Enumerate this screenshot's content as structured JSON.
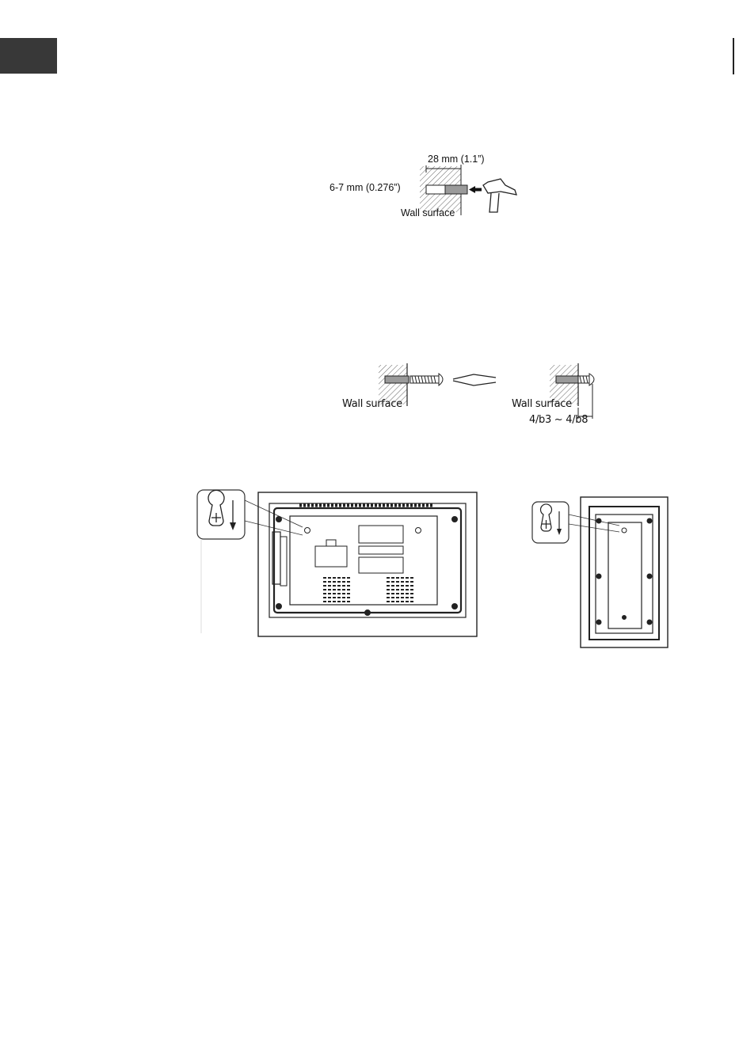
{
  "figure1": {
    "depth_label": "28 mm (1.1”)",
    "diameter_label": "6-7 mm (0.276”)",
    "wall_label": "Wall surface"
  },
  "figure2": {
    "left_wall_label": "Wall surface",
    "right_wall_label": "Wall surface",
    "gap_label": "4/b3 ~ 4/b8"
  },
  "icons": {
    "hammer": "hammer-icon",
    "screwdriver": "screwdriver-icon",
    "keyhole": "keyhole-icon"
  }
}
